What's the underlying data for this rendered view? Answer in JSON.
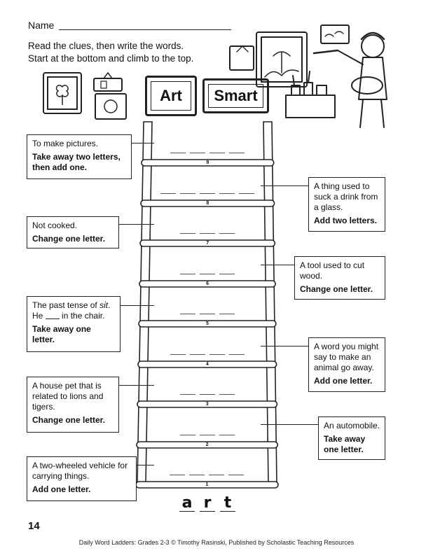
{
  "header": {
    "name_label": "Name",
    "instructions_line1": "Read the clues, then write the words.",
    "instructions_line2": "Start at the bottom and climb to the top."
  },
  "title_frames": {
    "word1": "Art",
    "word2": "Smart"
  },
  "start_word": [
    "a",
    "r",
    "t"
  ],
  "rungs": [
    {
      "number": "9",
      "blanks": 4
    },
    {
      "number": "8",
      "blanks": 5
    },
    {
      "number": "7",
      "blanks": 3
    },
    {
      "number": "6",
      "blanks": 3
    },
    {
      "number": "5",
      "blanks": 3
    },
    {
      "number": "4",
      "blanks": 4
    },
    {
      "number": "3",
      "blanks": 3
    },
    {
      "number": "2",
      "blanks": 3
    },
    {
      "number": "1",
      "blanks": 4
    }
  ],
  "clues": {
    "c9": {
      "desc": "To make pictures.",
      "action": "Take away two letters, then add one."
    },
    "c8": {
      "desc": "A thing used to suck a drink from a glass.",
      "action": "Add two letters."
    },
    "c7": {
      "desc": "Not cooked.",
      "action": "Change one letter."
    },
    "c6": {
      "desc": "A tool used to cut wood.",
      "action": "Change one letter."
    },
    "c5": {
      "desc_prefix": "The past tense of ",
      "desc_italic": "sit",
      "desc_suffix": ".",
      "desc_line2_a": "He",
      "desc_line2_b": "in the chair.",
      "action": "Take away one letter."
    },
    "c4": {
      "desc": "A word you might say to make an animal go away.",
      "action": "Add one letter."
    },
    "c3": {
      "desc": "A house pet that is related to lions and tigers.",
      "action": "Change one letter."
    },
    "c2": {
      "desc": "An automobile.",
      "action": "Take away one letter."
    },
    "c1": {
      "desc": "A two-wheeled vehicle for carrying things.",
      "action": "Add one letter."
    }
  },
  "page_number": "14",
  "footer": "Daily Word Ladders: Grades 2-3 © Timothy Rasinski, Published by Scholastic Teaching Resources"
}
